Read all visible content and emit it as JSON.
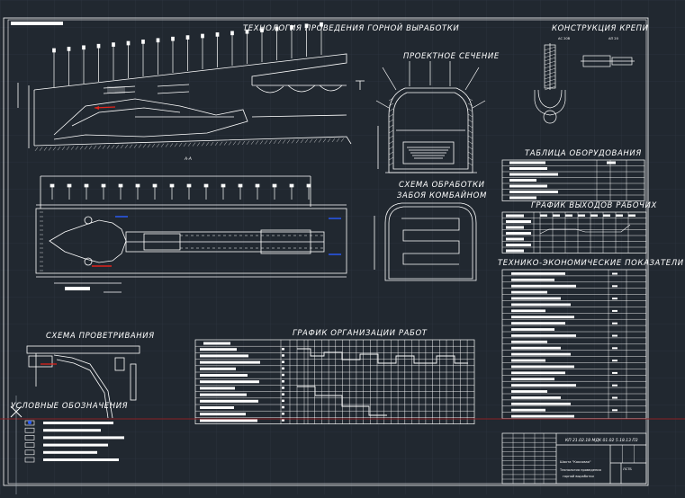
{
  "sheet": {
    "main_title": "ТЕХНОЛОГИЯ ПРОВЕДЕНИЯ ГОРНОЙ ВЫРАБОТКИ",
    "support_title": "КОНСТРУКЦИЯ КРЕПИ",
    "support_labels": [
      "АС 20В",
      "АП 20"
    ],
    "design_section_title": "ПРОЕКТНОЕ СЕЧЕНИЕ",
    "section_label": "А-А",
    "face_title_1": "СХЕМА ОБРАБОТКИ",
    "face_title_2": "ЗАБОЯ КОМБАЙНОМ",
    "equipment_title": "ТАБЛИЦА ОБОРУДОВАНИЯ",
    "workers_title": "ГРАФИК ВЫХОДОВ РАБОЧИХ",
    "tep_title": "ТЕХНИКО-ЭКОНОМИЧЕСКИЕ ПОКАЗАТЕЛИ",
    "vent_title": "СХЕМА ПРОВЕТРИВАНИЯ",
    "legend_title": "УСЛОВНЫЕ ОБОЗНАЧЕНИЯ",
    "schedule_title": "ГРАФИК ОРГАНИЗАЦИИ РАБОТ",
    "stamp_code": "КП 21.02.18 МДК 01.02 5.18.13 П3",
    "stamp_line_1": "Шахта \"Коксовая\"",
    "stamp_line_2": "Технология проведения",
    "stamp_line_3": "горной выработки",
    "stamp_sheet": "ЛСТБ"
  },
  "colors": {
    "background": "#212830",
    "grid": "#2b3440",
    "line": "#ffffff",
    "accent_red": "#e2231a",
    "accent_blue": "#2a5cff",
    "crosshair_red": "#8a1f24"
  }
}
